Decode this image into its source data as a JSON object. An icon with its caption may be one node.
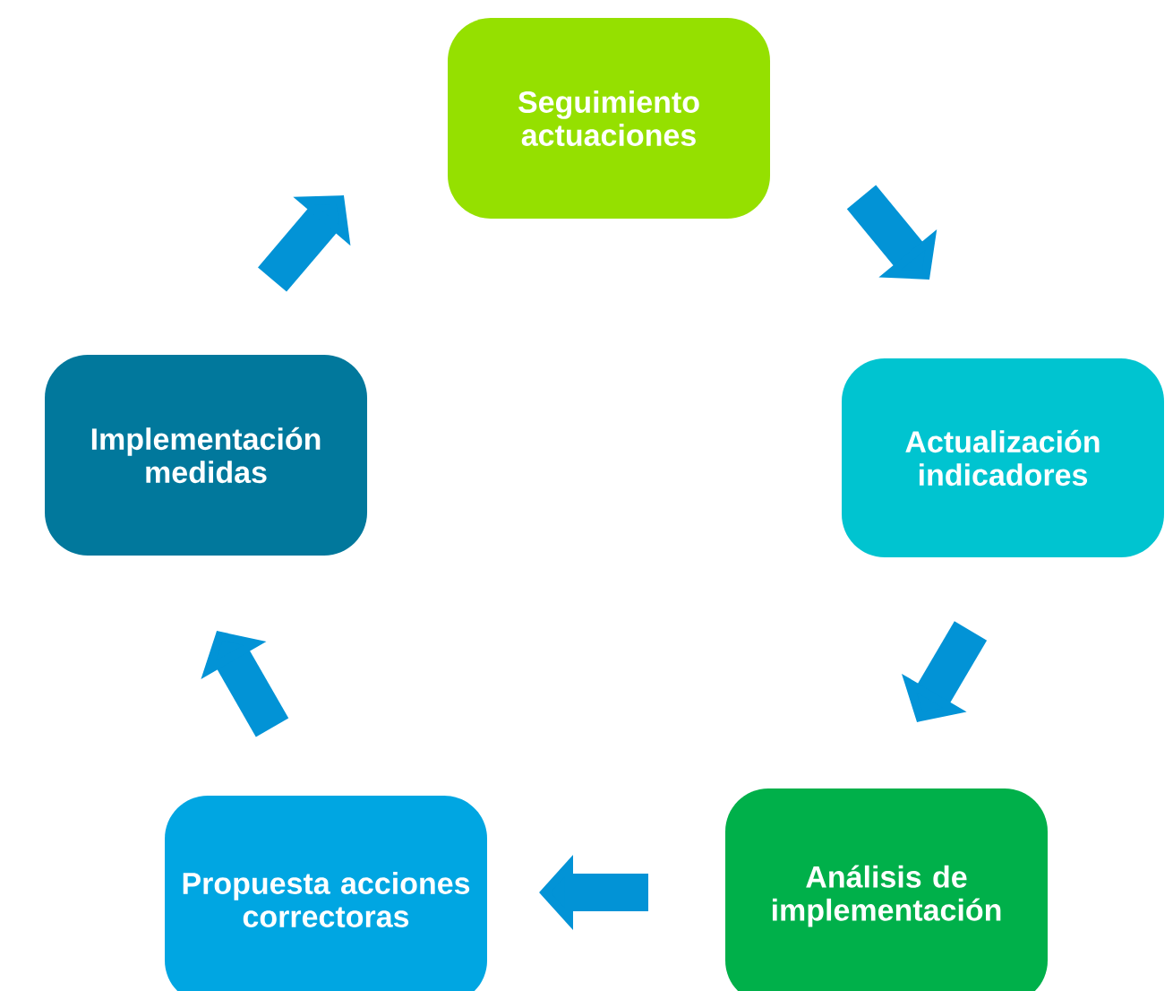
{
  "diagram": {
    "nodes": [
      {
        "text": [
          "Seguimiento actuaciones"
        ]
      },
      {
        "text": [
          "Actualización indicadores"
        ]
      },
      {
        "text": [
          "Análisis de implementación"
        ]
      },
      {
        "text": [
          "Propuesta acciones correctoras"
        ]
      },
      {
        "text": [
          "Implementación medidas"
        ]
      }
    ],
    "edges": [
      {
        "from": 0,
        "to": 1,
        "arrow": "to"
      },
      {
        "from": 1,
        "to": 2,
        "arrow": "to"
      },
      {
        "from": 2,
        "to": 3,
        "arrow": "to"
      },
      {
        "from": 3,
        "to": 4,
        "arrow": "to"
      },
      {
        "from": 4,
        "to": 0,
        "arrow": "to"
      }
    ]
  }
}
